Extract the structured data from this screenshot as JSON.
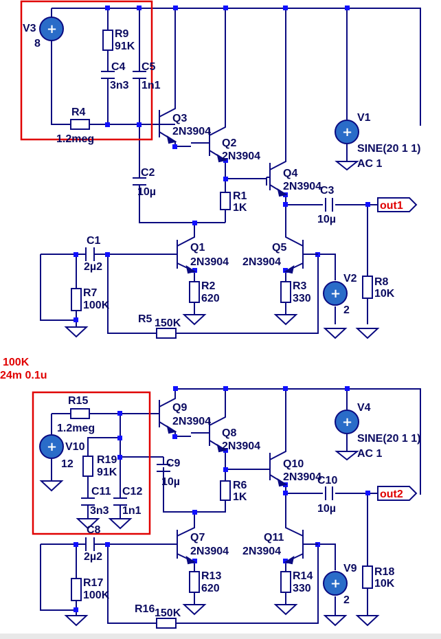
{
  "components": {
    "V3": {
      "name": "V3",
      "value": "8"
    },
    "R9": {
      "name": "R9",
      "value": "91K"
    },
    "C4": {
      "name": "C4",
      "value": "3n3"
    },
    "C5": {
      "name": "C5",
      "value": "1n1"
    },
    "R4": {
      "name": "R4",
      "value": "1.2meg"
    },
    "Q3": {
      "name": "Q3",
      "value": "2N3904"
    },
    "Q2": {
      "name": "Q2",
      "value": "2N3904"
    },
    "Q4": {
      "name": "Q4",
      "value": "2N3904"
    },
    "V1": {
      "name": "V1",
      "value": "SINE(20 1 1)",
      "value2": "AC 1"
    },
    "C2": {
      "name": "C2",
      "value": "10µ"
    },
    "R1": {
      "name": "R1",
      "value": "1K"
    },
    "C3": {
      "name": "C3",
      "value": "10µ"
    },
    "C1": {
      "name": "C1",
      "value": "2µ2"
    },
    "Q1": {
      "name": "Q1",
      "value": "2N3904"
    },
    "Q5": {
      "name": "Q5",
      "value": "2N3904"
    },
    "V2": {
      "name": "V2",
      "value": "2"
    },
    "R8": {
      "name": "R8",
      "value": "10K"
    },
    "R7": {
      "name": "R7",
      "value": "100K"
    },
    "R2": {
      "name": "R2",
      "value": "620"
    },
    "R3": {
      "name": "R3",
      "value": "330"
    },
    "R5": {
      "name": "R5",
      "value": "150K"
    },
    "R15": {
      "name": "R15",
      "value": "1.2meg"
    },
    "Q9": {
      "name": "Q9",
      "value": "2N3904"
    },
    "V4": {
      "name": "V4",
      "value": "SINE(20 1 1)",
      "value2": "AC 1"
    },
    "V10": {
      "name": "V10",
      "value": "12"
    },
    "R19": {
      "name": "R19",
      "value": "91K"
    },
    "Q8": {
      "name": "Q8",
      "value": "2N3904"
    },
    "C9": {
      "name": "C9",
      "value": "10µ"
    },
    "Q10": {
      "name": "Q10",
      "value": "2N3904"
    },
    "C10": {
      "name": "C10",
      "value": "10µ"
    },
    "R6": {
      "name": "R6",
      "value": "1K"
    },
    "C11": {
      "name": "C11",
      "value": "3n3"
    },
    "C12": {
      "name": "C12",
      "value": "1n1"
    },
    "C8": {
      "name": "C8",
      "value": "2µ2"
    },
    "Q7": {
      "name": "Q7",
      "value": "2N3904"
    },
    "Q11": {
      "name": "Q11",
      "value": "2N3904"
    },
    "V9": {
      "name": "V9",
      "value": "2"
    },
    "R18": {
      "name": "R18",
      "value": "10K"
    },
    "R17": {
      "name": "R17",
      "value": "100K"
    },
    "R13": {
      "name": "R13",
      "value": "620"
    },
    "R14": {
      "name": "R14",
      "value": "330"
    },
    "R16": {
      "name": "R16",
      "value": "150K"
    }
  },
  "ports": {
    "out1": "out1",
    "out2": "out2"
  },
  "directives": {
    "line1": "100K",
    "line2": "24m 0.1u"
  },
  "colors": {
    "wire": "#0a0a80",
    "node": "#1010ff",
    "highlight": "#e00000",
    "source_fill": "#2a6cc8"
  }
}
